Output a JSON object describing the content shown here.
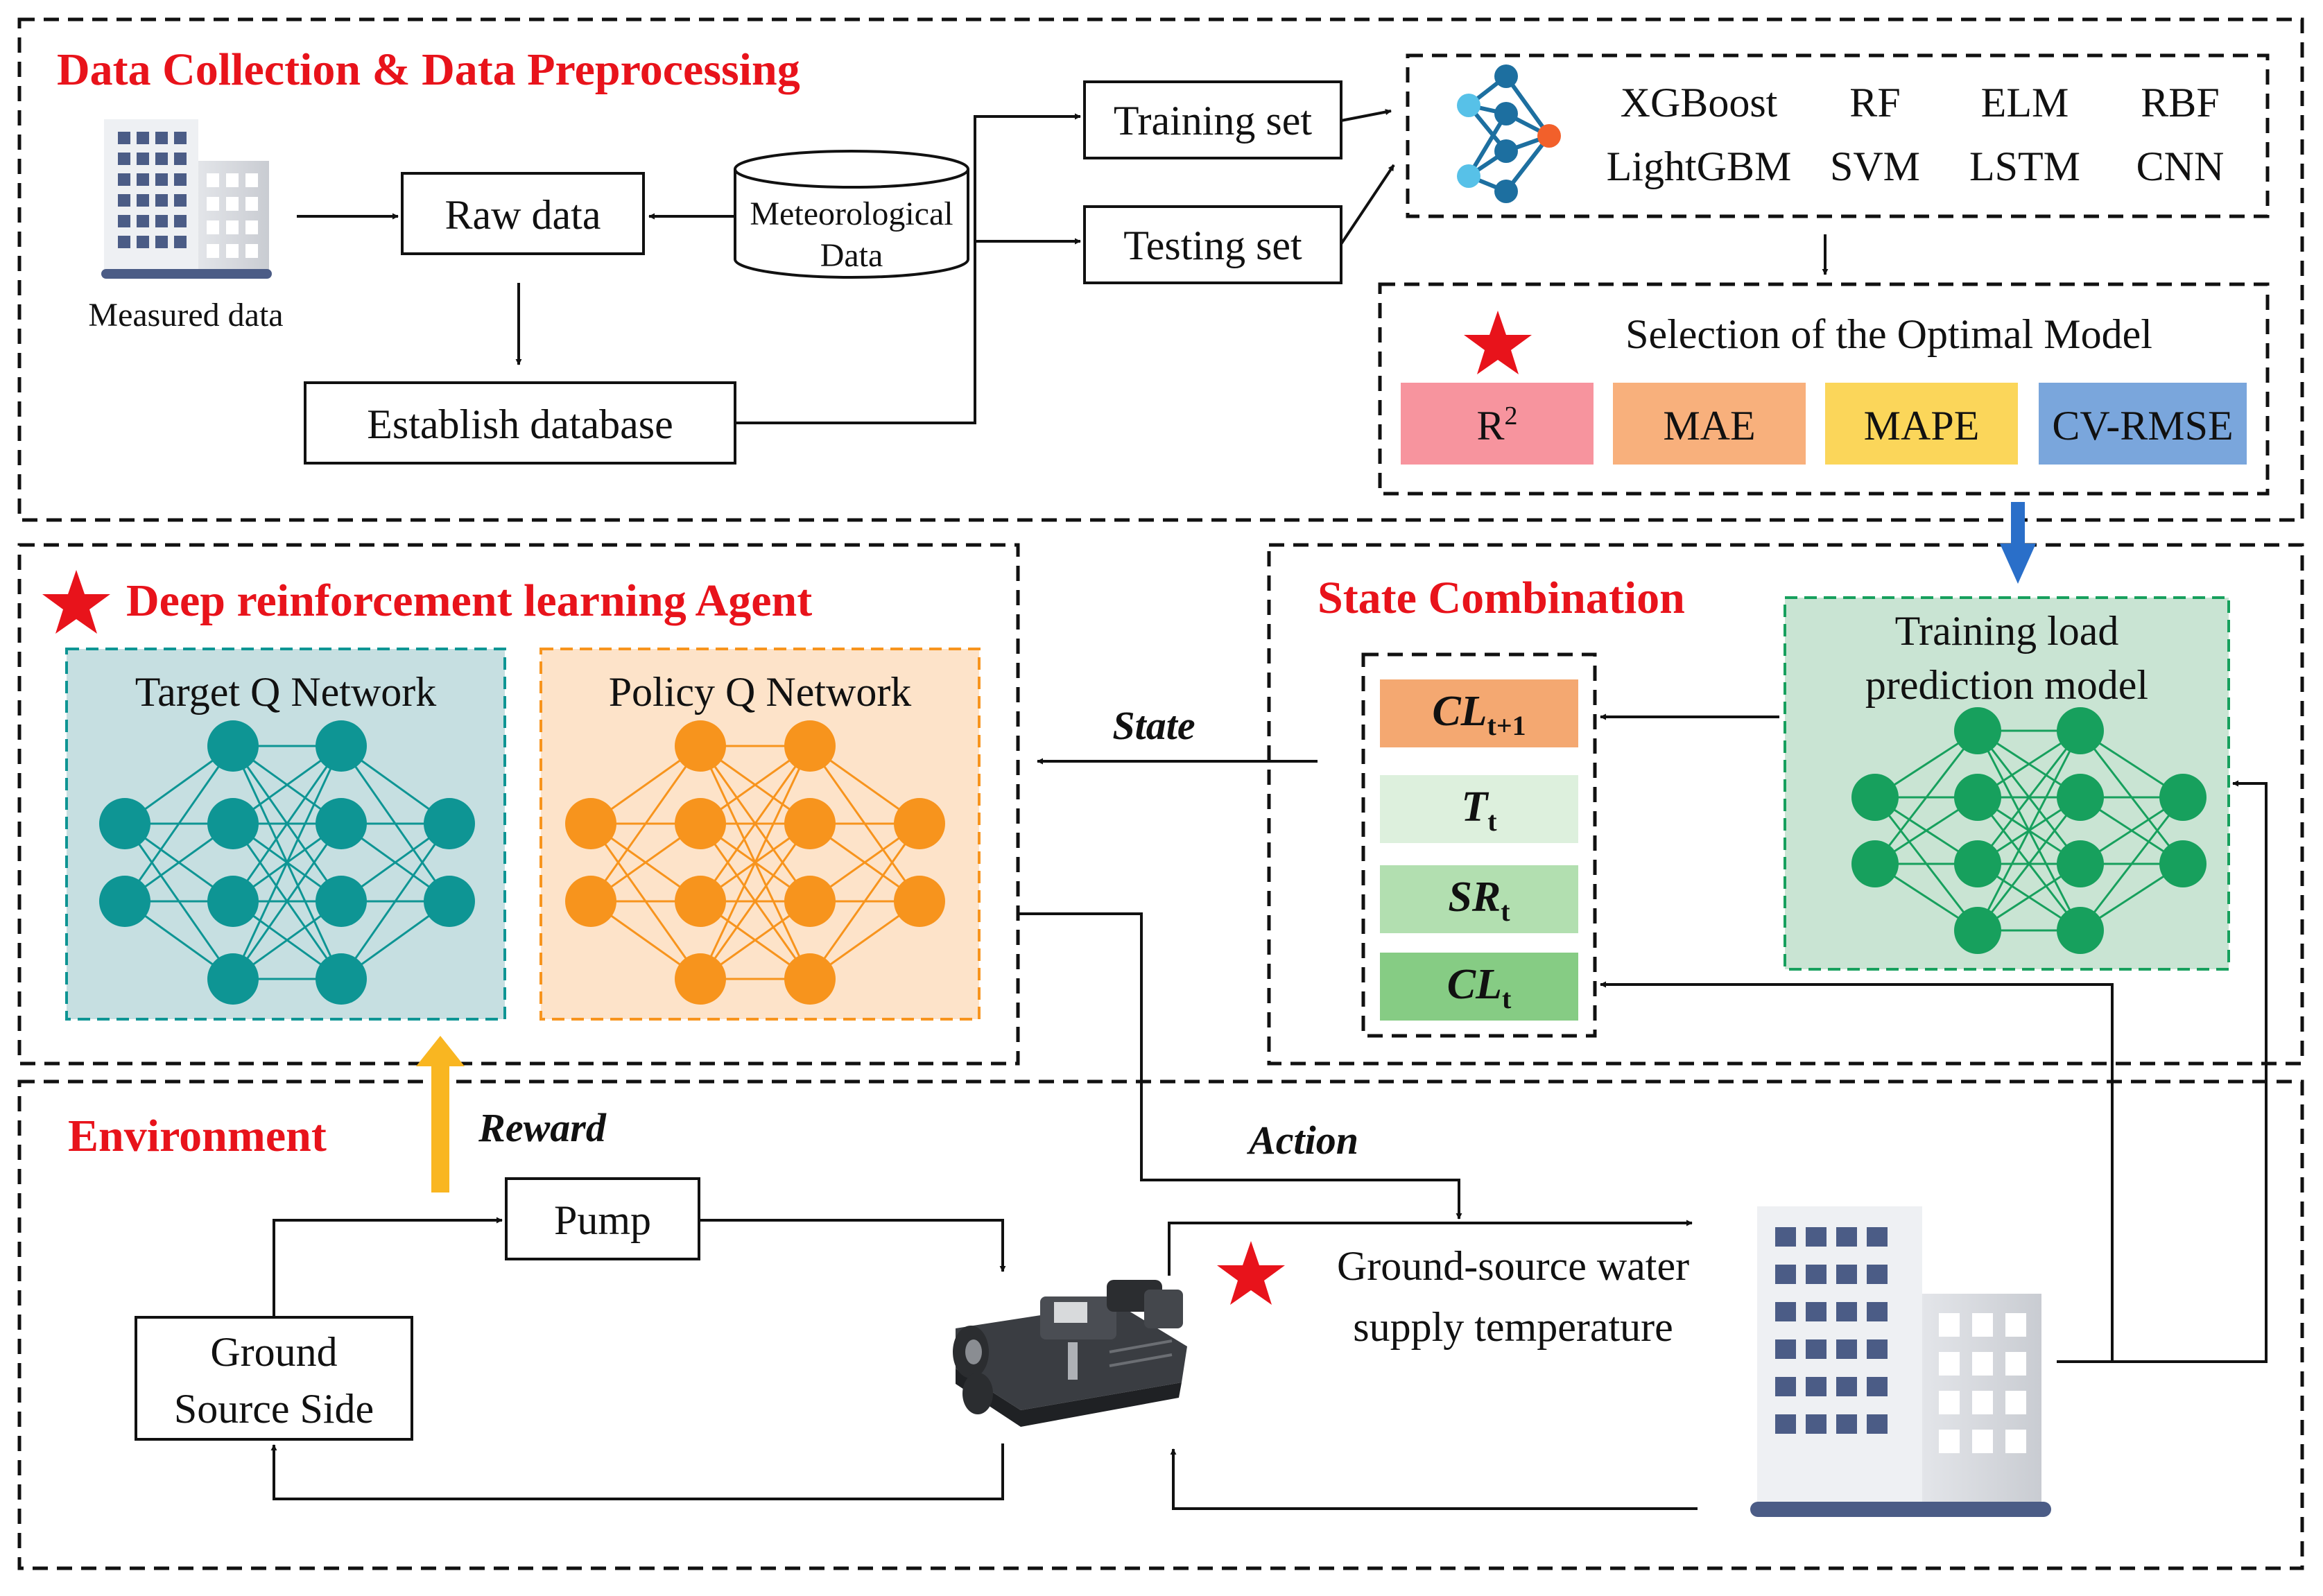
{
  "sections": {
    "data_collection": "Data Collection & Data Preprocessing",
    "agent": "Deep reinforcement learning Agent",
    "state_combination": "State Combination",
    "environment": "Environment"
  },
  "data_flow": {
    "measured_data": "Measured data",
    "raw_data": "Raw data",
    "meteorological_line1": "Meteorological",
    "meteorological_line2": "Data",
    "establish_database": "Establish database",
    "training_set": "Training set",
    "testing_set": "Testing set"
  },
  "models": [
    "XGBoost",
    "RF",
    "ELM",
    "RBF",
    "LightGBM",
    "SVM",
    "LSTM",
    "CNN"
  ],
  "selection": {
    "title": "Selection of the Optimal Model",
    "metrics": [
      {
        "label": "R",
        "sup": "2",
        "color": "#f7949e"
      },
      {
        "label": "MAE",
        "sup": "",
        "color": "#f8b07c"
      },
      {
        "label": "MAPE",
        "sup": "",
        "color": "#fbd65a"
      },
      {
        "label": "CV-RMSE",
        "sup": "",
        "color": "#7aa6dc"
      }
    ]
  },
  "networks": {
    "target": "Target Q Network",
    "policy": "Policy Q Network",
    "target_color": "#0e9594",
    "policy_color": "#f7941d",
    "training_line1": "Training load",
    "training_line2": "prediction model",
    "training_color": "#17a05d"
  },
  "state_vars": [
    {
      "main": "CL",
      "sub": "t+1",
      "color": "#f4a871"
    },
    {
      "main": "T",
      "sub": "t",
      "color": "#ddf0dd"
    },
    {
      "main": "SR",
      "sub": "t",
      "color": "#b2dfb0"
    },
    {
      "main": "CL",
      "sub": "t",
      "color": "#86cc84"
    }
  ],
  "flow_labels": {
    "state": "State",
    "reward": "Reward",
    "action": "Action"
  },
  "environment": {
    "pump": "Pump",
    "ground_line1": "Ground",
    "ground_line2": "Source Side",
    "water_line1": "Ground-source water",
    "water_line2": "supply temperature"
  }
}
